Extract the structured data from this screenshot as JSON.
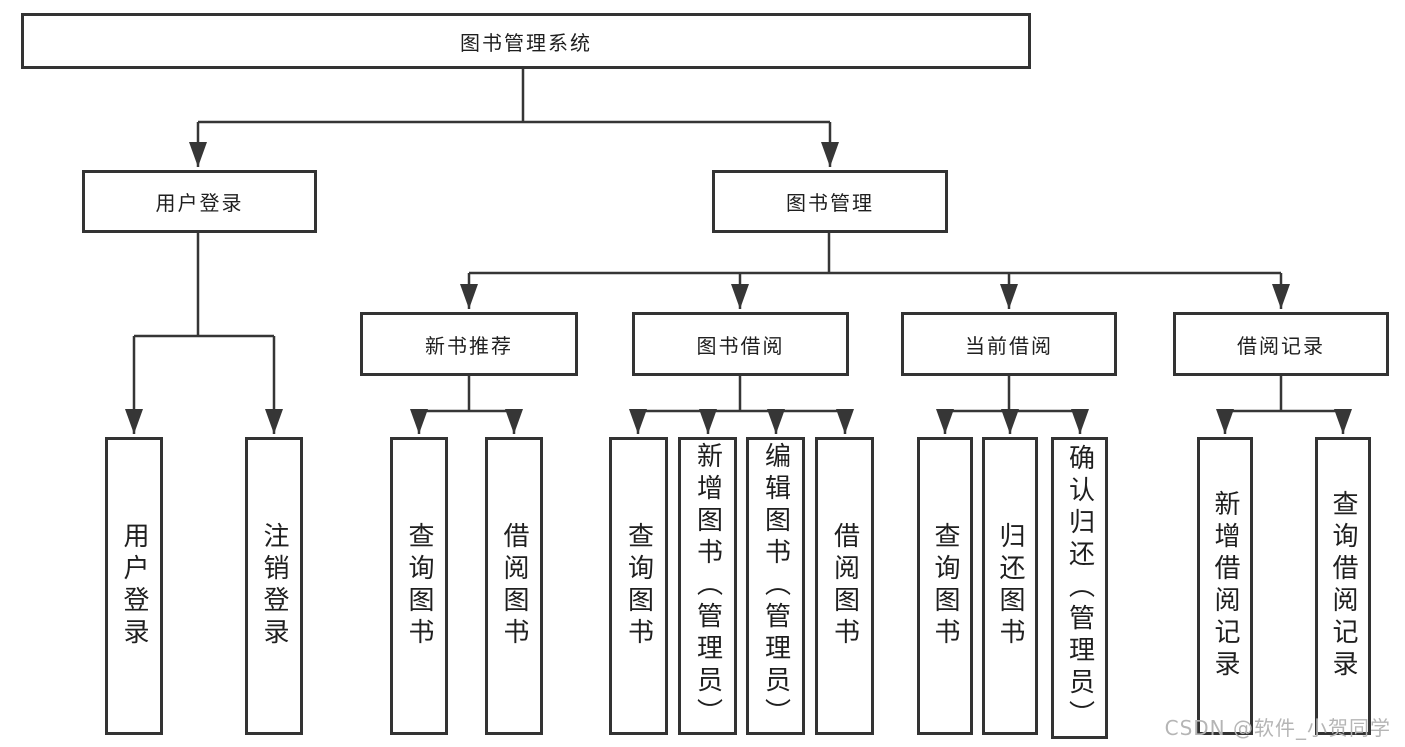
{
  "nodes": {
    "root": {
      "label": "图书管理系统"
    },
    "level2": [
      {
        "id": "user-login",
        "label": "用户登录"
      },
      {
        "id": "book-management",
        "label": "图书管理"
      }
    ],
    "level3": [
      {
        "id": "new-book-recommend",
        "label": "新书推荐"
      },
      {
        "id": "book-borrow",
        "label": "图书借阅"
      },
      {
        "id": "current-borrow",
        "label": "当前借阅"
      },
      {
        "id": "borrow-records",
        "label": "借阅记录"
      }
    ],
    "leaves": [
      {
        "id": "user-login",
        "label": "用户登录"
      },
      {
        "id": "logout",
        "label": "注销登录"
      },
      {
        "id": "query-books-recommend",
        "label": "查询图书"
      },
      {
        "id": "borrow-books-recommend",
        "label": "借阅图书"
      },
      {
        "id": "query-books-borrow",
        "label": "查询图书"
      },
      {
        "id": "add-book-admin",
        "label": "新增图书（管理员）"
      },
      {
        "id": "edit-book-admin",
        "label": "编辑图书（管理员）"
      },
      {
        "id": "borrow-books-borrow",
        "label": "借阅图书"
      },
      {
        "id": "query-books-current",
        "label": "查询图书"
      },
      {
        "id": "return-book",
        "label": "归还图书"
      },
      {
        "id": "confirm-return-admin",
        "label": "确认归还（管理员）"
      },
      {
        "id": "add-borrow-record",
        "label": "新增借阅记录"
      },
      {
        "id": "query-borrow-record",
        "label": "查询借阅记录"
      }
    ]
  },
  "colors": {
    "line": "#363636",
    "box_border": "#333333",
    "text": "#1f1f1f",
    "background": "#ffffff",
    "watermark": "#b5b5b5"
  },
  "watermark": {
    "text": "CSDN @软件_小贺同学"
  }
}
